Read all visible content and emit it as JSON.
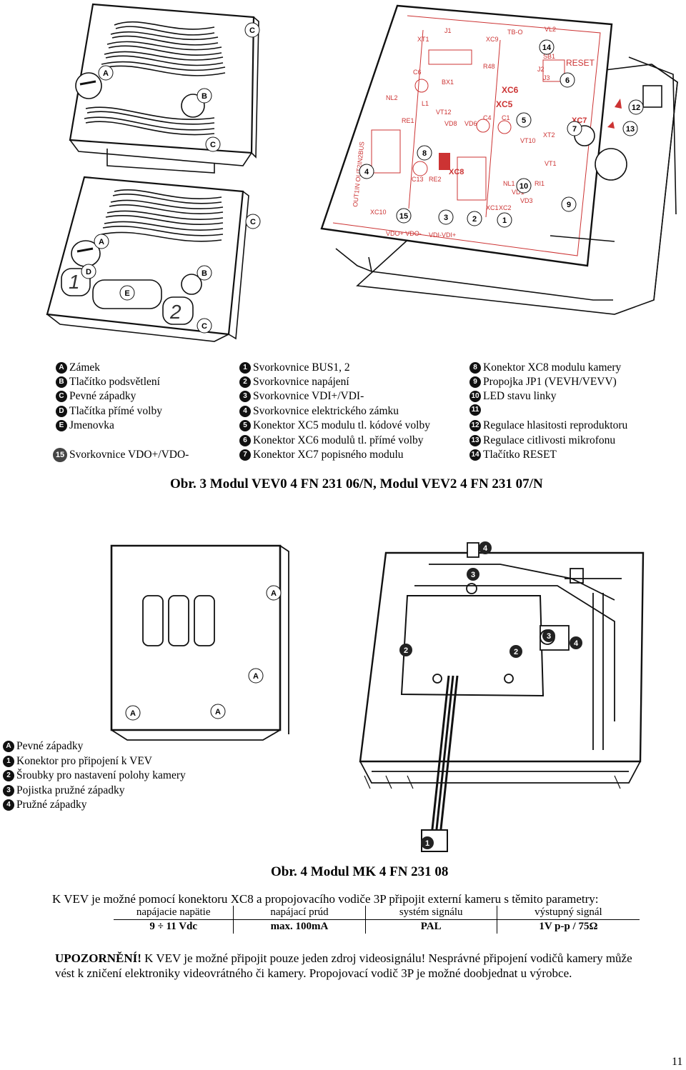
{
  "figure3": {
    "markers": {
      "A": "A",
      "B": "B",
      "C": "C",
      "D": "D",
      "E": "E",
      "n1": "1",
      "n2": "2",
      "n3": "3",
      "n4": "4",
      "n5": "5",
      "n6": "6",
      "n7": "7",
      "n8": "8",
      "n9": "9",
      "n10": "10",
      "n12": "12",
      "n13": "13",
      "n14": "14",
      "n15": "15",
      "key1": "1",
      "key2": "2"
    },
    "pcb_labels": {
      "xt1": "XT1",
      "j1": "J1",
      "xc9": "XC9",
      "tbo": "TB-O",
      "vl2": "VL2",
      "sb1": "SB1",
      "reset": "RESET",
      "r48": "R48",
      "c6": "C6",
      "bx1": "BX1",
      "j2": "J2",
      "j3": "J3",
      "xc6": "XC6",
      "nl2": "NL2",
      "l1": "L1",
      "re1": "RE1",
      "vt12": "VT12",
      "vd8": "VD8",
      "vd6": "VD6",
      "c4": "C4",
      "c1": "C1",
      "xc5": "XC5",
      "xc7": "XC7",
      "vt10": "VT10",
      "xt2": "XT2",
      "xc8": "XC8",
      "c13": "C13",
      "re2": "RE2",
      "vt1": "VT1",
      "nl1": "NL1",
      "vd1": "VD1",
      "ri1": "RI1",
      "xc10": "XC10",
      "xc1": "XC1",
      "xc2": "XC2",
      "vd3": "VD3",
      "out": "OUT1IN OUT2IN2BUS",
      "vdo": "VDO+ VDO-",
      "vdi": "VDI-VDI+"
    },
    "legend_col1": [
      {
        "marker": "A",
        "text": "Zámek"
      },
      {
        "marker": "B",
        "text": "Tlačítko podsvětlení"
      },
      {
        "marker": "C",
        "text": "Pevné západky"
      },
      {
        "marker": "D",
        "text": "Tlačítka přímé volby"
      },
      {
        "marker": "E",
        "text": "Jmenovka"
      }
    ],
    "legend_col1_extra": {
      "marker": "15",
      "text": "Svorkovnice VDO+/VDO-"
    },
    "legend_col2": [
      {
        "marker": "1",
        "text": "Svorkovnice BUS1, 2"
      },
      {
        "marker": "2",
        "text": "Svorkovnice napájení"
      },
      {
        "marker": "3",
        "text": "Svorkovnice VDI+/VDI-"
      },
      {
        "marker": "4",
        "text": "Svorkovnice elektrického zámku"
      },
      {
        "marker": "5",
        "text": "Konektor XC5 modulu tl. kódové volby"
      },
      {
        "marker": "6",
        "text": "Konektor XC6 modulů tl. přímé volby"
      },
      {
        "marker": "7",
        "text": "Konektor XC7 popisného modulu"
      }
    ],
    "legend_col3": [
      {
        "marker": "8",
        "text": "Konektor XC8 modulu kamery"
      },
      {
        "marker": "9",
        "text": "Propojka JP1 (VEVH/VEVV)"
      },
      {
        "marker": "10",
        "text": "LED stavu linky"
      },
      {
        "marker": "11",
        "text": ""
      },
      {
        "marker": "12",
        "text": "Regulace hlasitosti reproduktoru"
      },
      {
        "marker": "13",
        "text": "Regulace citlivosti mikrofonu"
      },
      {
        "marker": "14",
        "text": "Tlačítko RESET"
      }
    ],
    "caption": "Obr. 3 Modul VEV0 4 FN 231 06/N, Modul VEV2 4 FN 231 07/N"
  },
  "figure4": {
    "markers": {
      "A": "A",
      "n1": "1",
      "n2": "2",
      "n3": "3",
      "n4": "4"
    },
    "legend": [
      {
        "marker": "A",
        "text": "Pevné západky"
      },
      {
        "marker": "1",
        "text": "Konektor pro připojení k VEV"
      },
      {
        "marker": "2",
        "text": "Šroubky pro nastavení polohy kamery"
      },
      {
        "marker": "3",
        "text": "Pojistka pružné západky"
      },
      {
        "marker": "4",
        "text": "Pružné západky"
      }
    ],
    "caption": "Obr. 4 Modul MK 4 FN 231 08"
  },
  "camera_note": "K VEV je možné pomocí konektoru XC8 a propojovacího vodiče 3P připojit externí kameru s těmito parametry:",
  "spec_table": {
    "headers": [
      "napájacie napätie",
      "napájací prúd",
      "systém signálu",
      "výstupný signál"
    ],
    "values": [
      "9 ÷ 11 Vdc",
      "max. 100mA",
      "PAL",
      "1V p-p / 75Ω"
    ]
  },
  "warning": {
    "label": "UPOZORNĚNÍ!",
    "line1": " K VEV je možné připojit pouze jeden zdroj videosignálu! Nesprávné připojení vodičů kamery může",
    "line2": "vést k zničení elektroniky videovrátného či kamery. Propojovací vodič 3P je možné doobjednat u výrobce."
  },
  "page_number": "11"
}
